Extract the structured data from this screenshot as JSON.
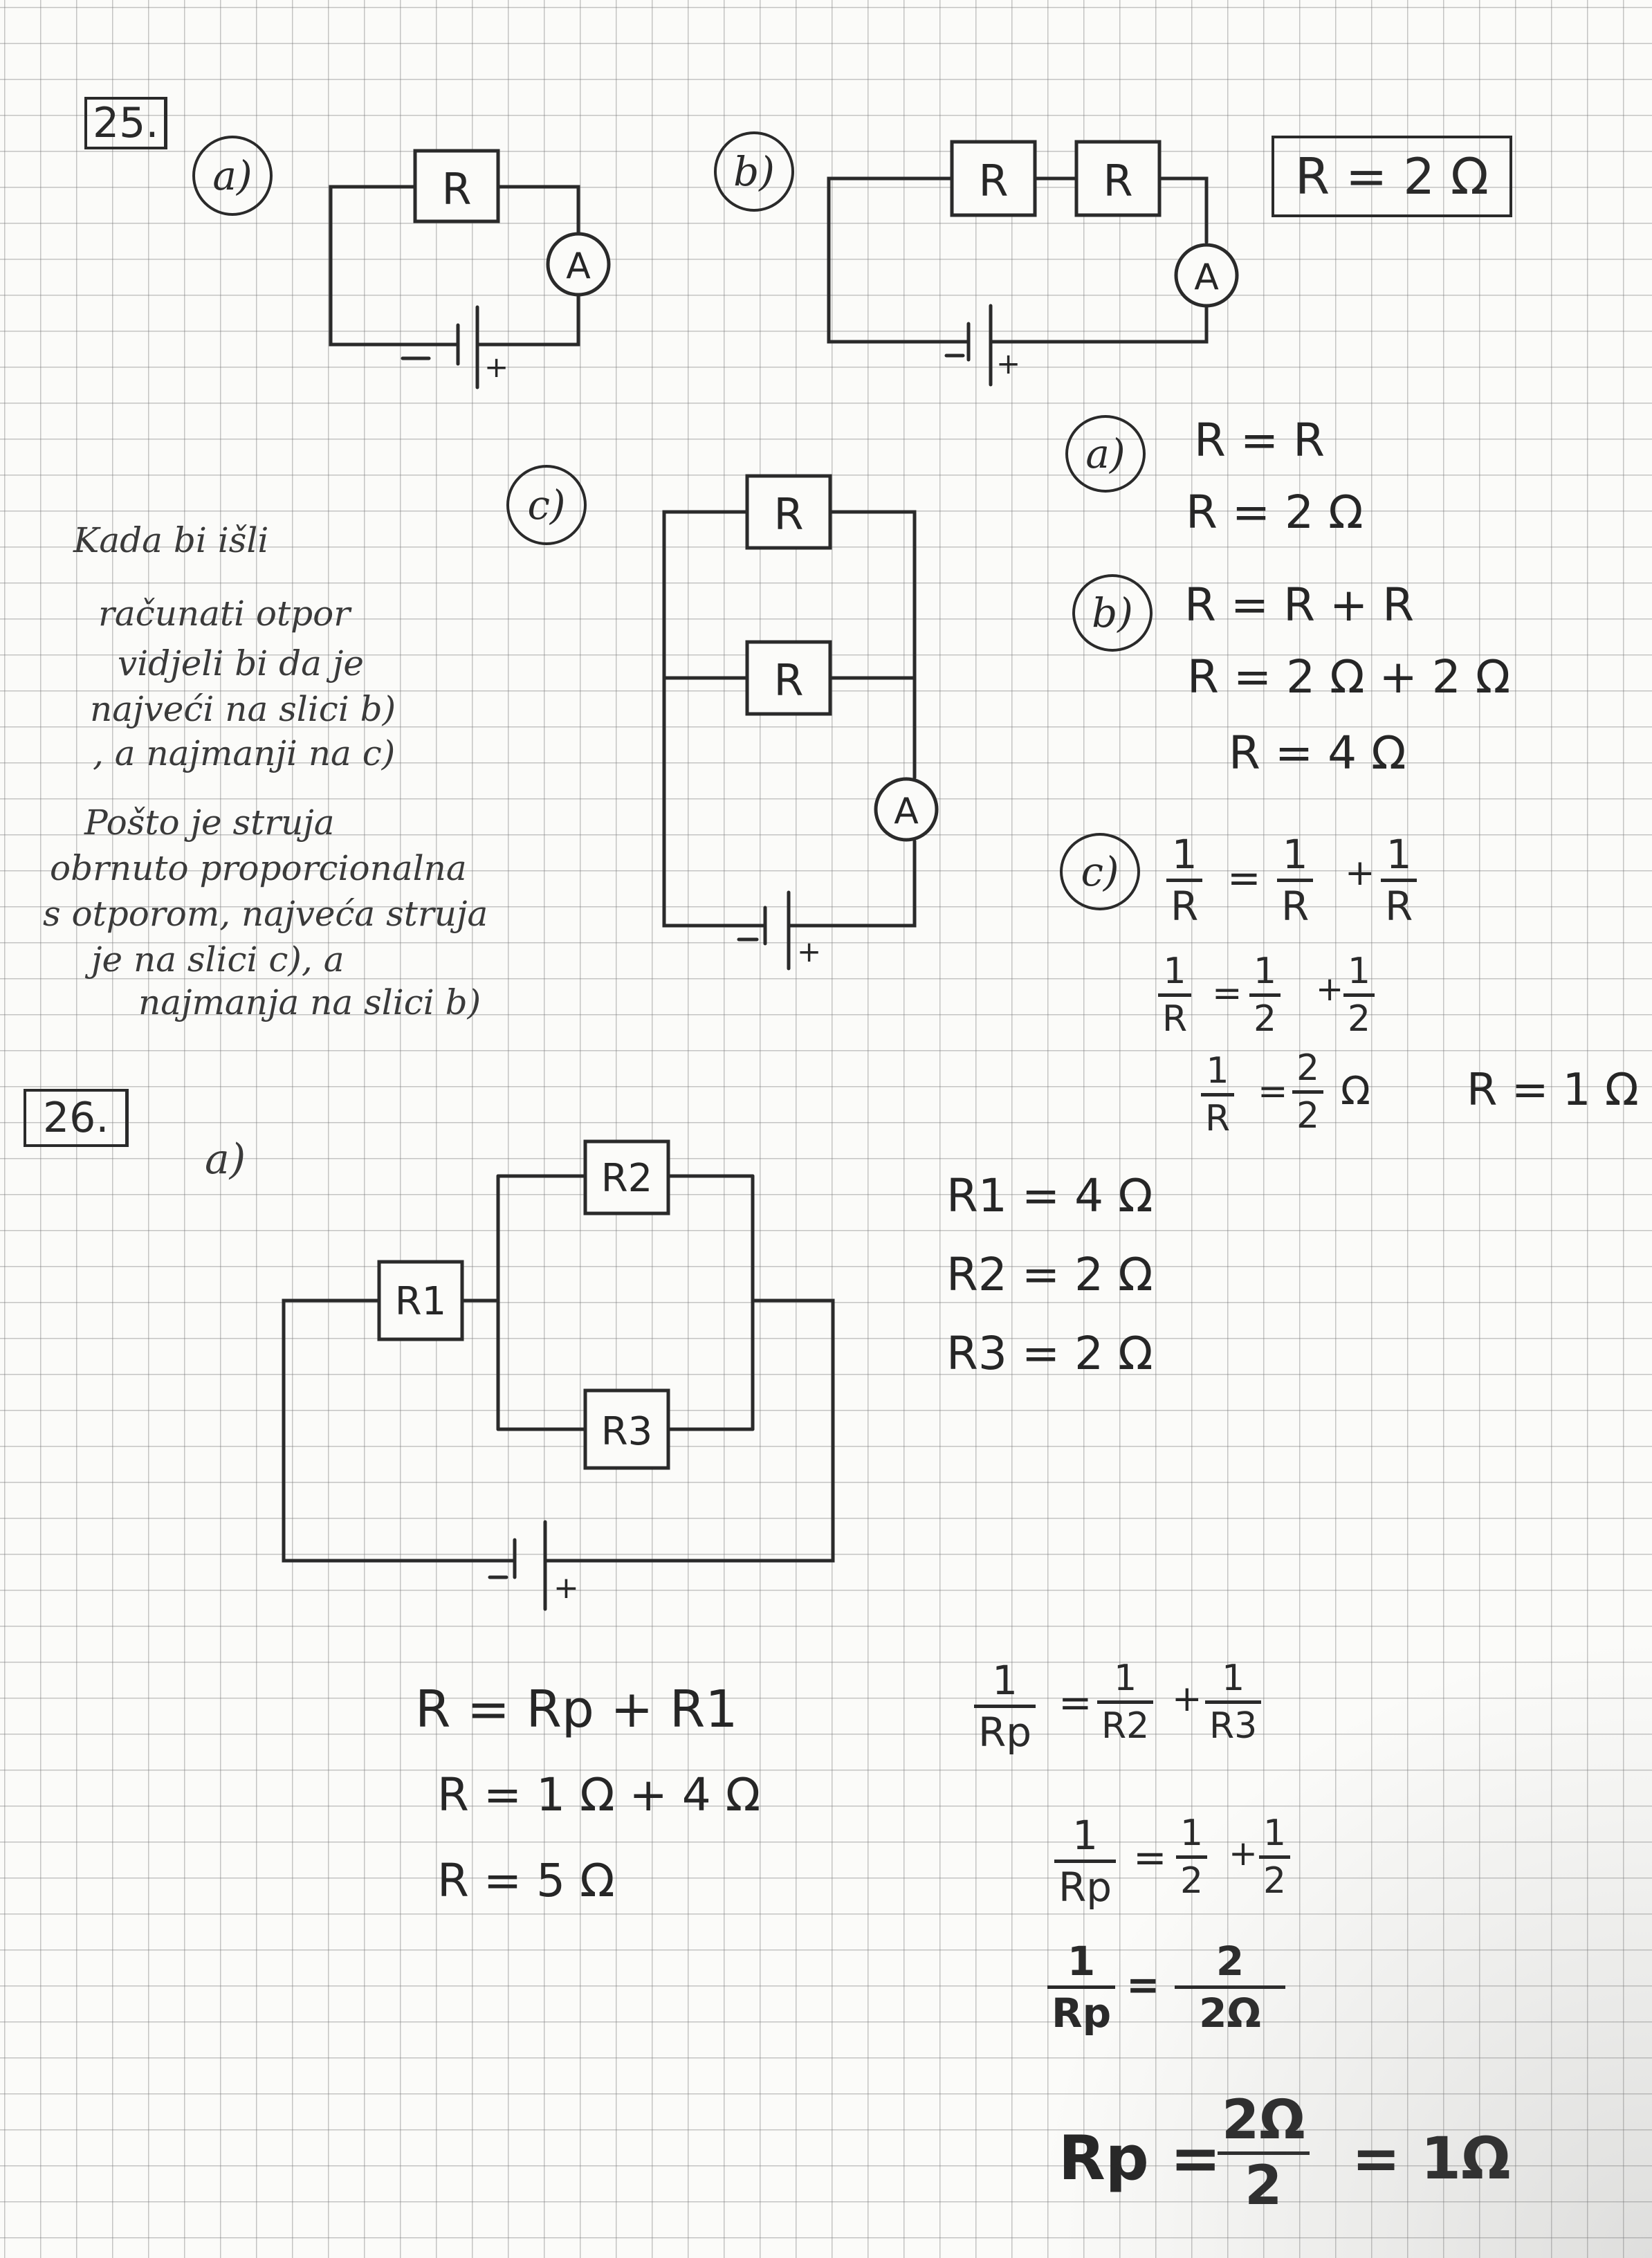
{
  "problem25": {
    "number": "25.",
    "a_label": "a)",
    "b_label": "b)",
    "c_label": "c)",
    "given": "R = 2 Ω",
    "resistor": "R",
    "ammeter": "A",
    "minus": "-",
    "plus": "+",
    "explanation": [
      "Kada bi išli",
      "računati otpor",
      "vidjeli bi da je",
      "najveći na slici b)",
      ", a najmanji na c)",
      "Pošto je struja",
      "obrnuto proporcionalna",
      "s otporom, najveća struja",
      "je na slici c), a",
      "najmanja na slici b)"
    ],
    "solution": {
      "a_label": "a)",
      "a_lines": [
        "R = R",
        "R = 2 Ω"
      ],
      "b_label": "b)",
      "b_lines": [
        "R = R + R",
        "R = 2 Ω + 2 Ω",
        "R = 4 Ω"
      ],
      "c_label": "c)",
      "c_eq1": {
        "lhs_num": "1",
        "lhs_den": "R",
        "eq": "=",
        "t1_num": "1",
        "t1_den": "R",
        "plus": "+",
        "t2_num": "1",
        "t2_den": "R"
      },
      "c_eq2": {
        "lhs_num": "1",
        "lhs_den": "R",
        "eq": "=",
        "t1_num": "1",
        "t1_den": "2",
        "plus": "+",
        "t2_num": "1",
        "t2_den": "2"
      },
      "c_eq3": {
        "lhs_num": "1",
        "lhs_den": "R",
        "eq": "=",
        "rhs_num": "2",
        "rhs_den": "2",
        "unit": "Ω"
      },
      "c_result": "R = 1 Ω"
    }
  },
  "problem26": {
    "number": "26.",
    "a_label": "a)",
    "r1": "R1",
    "r2": "R2",
    "r3": "R3",
    "minus": "-",
    "plus": "+",
    "given": [
      "R1 = 4 Ω",
      "R2 = 2 Ω",
      "R3 = 2 Ω"
    ],
    "series": [
      "R = Rp + R1",
      "R = 1 Ω + 4 Ω",
      "R = 5 Ω"
    ],
    "parallel_eq1": {
      "lhs_num": "1",
      "lhs_den": "Rp",
      "eq": "=",
      "t1_num": "1",
      "t1_den": "R2",
      "plus": "+",
      "t2_num": "1",
      "t2_den": "R3"
    },
    "parallel_eq2": {
      "lhs_num": "1",
      "lhs_den": "Rp",
      "eq": "=",
      "t1_num": "1",
      "t1_den": "2",
      "plus": "+",
      "t2_num": "1",
      "t2_den": "2"
    },
    "parallel_eq3": {
      "lhs_num": "1",
      "lhs_den": "Rp",
      "eq": "=",
      "rhs_num": "2",
      "rhs_den": "2Ω"
    },
    "parallel_eq4": {
      "lhs": "Rp =",
      "rhs_num": "2Ω",
      "rhs_den": "2",
      "result": "= 1Ω"
    }
  }
}
